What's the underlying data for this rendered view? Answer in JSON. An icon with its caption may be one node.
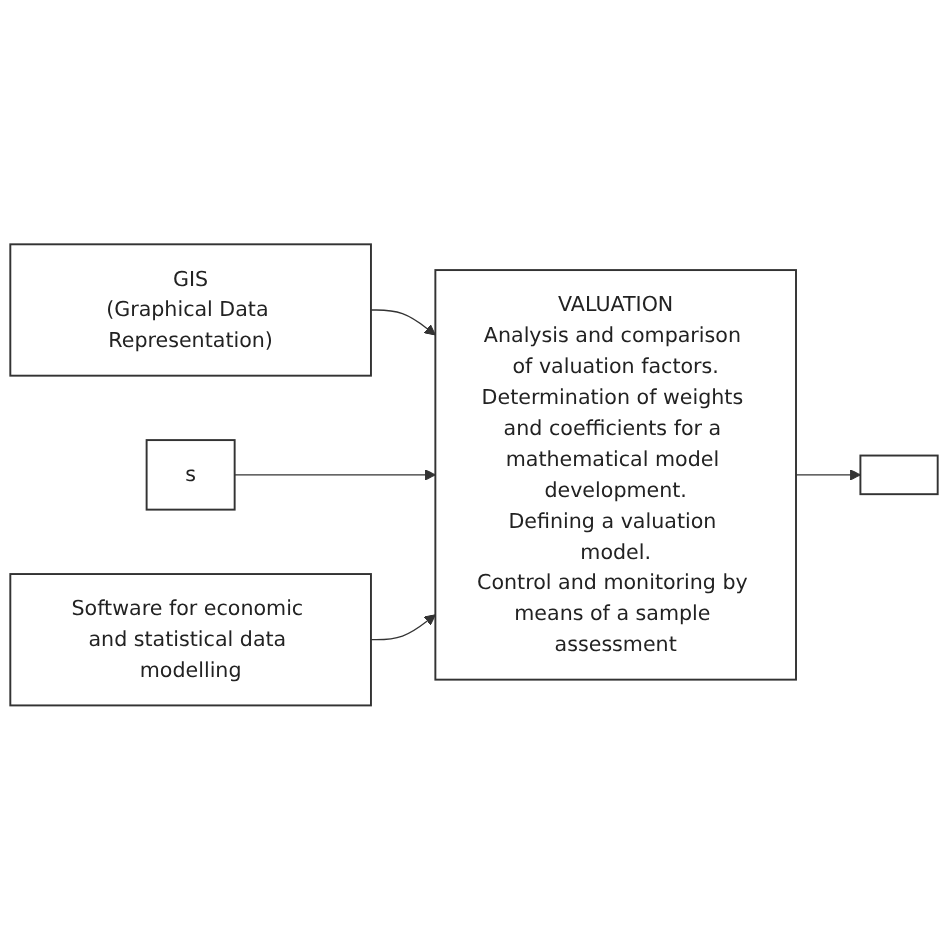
{
  "diagram": {
    "nodes": [
      {
        "text": [
          "GIS",
          "(Graphical Data Representation)"
        ]
      },
      {
        "text": [
          "s"
        ]
      },
      {
        "text": [
          "VALUATION",
          "Analysis and comparison of valuation factors.",
          "Determination of weights and coefficients for a mathematical model development.",
          "Defining a valuation model.",
          "Control and monitoring by means of a sample assessment"
        ]
      },
      {
        "text": [],
        "shape": "box"
      },
      {
        "text": [
          "Software for economic and statistical data modelling"
        ]
      }
    ],
    "edges": [
      {
        "from": 0,
        "to": 2,
        "arrow": "to"
      },
      {
        "from": 1,
        "to": 2,
        "arrow": "to"
      },
      {
        "from": 2,
        "to": 3,
        "arrow": "to"
      },
      {
        "from": 4,
        "to": 2,
        "arrow": "to"
      }
    ]
  }
}
